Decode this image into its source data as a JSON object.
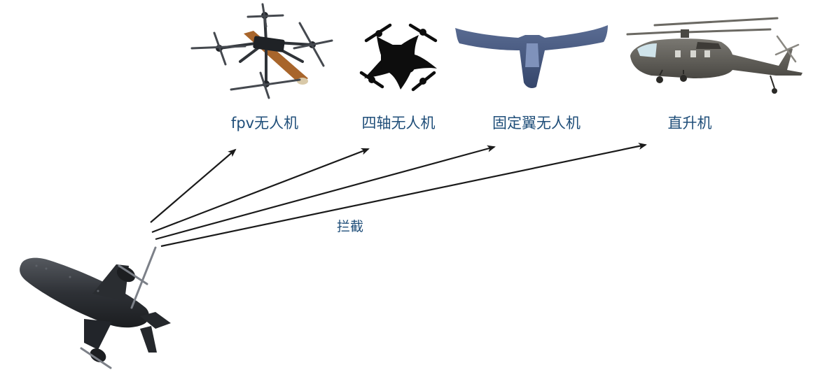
{
  "targets": [
    {
      "id": "fpv",
      "label": "fpv无人机"
    },
    {
      "id": "quadcopter",
      "label": "四轴无人机"
    },
    {
      "id": "fixed_wing",
      "label": "固定翼无人机"
    },
    {
      "id": "helicopter",
      "label": "直升机"
    }
  ],
  "action_label": "拦截",
  "colors": {
    "label_text": "#1f4e79",
    "arrow": "#1a1a1a",
    "interceptor_body": "#2e3136",
    "fixed_wing_body": "#3d4f75",
    "helicopter_body": "#5c5a55",
    "fpv_payload": "#a8652b"
  },
  "icons": [
    "interceptor-drone-icon",
    "fpv-drone-icon",
    "quadcopter-icon",
    "fixed-wing-drone-icon",
    "helicopter-icon"
  ]
}
